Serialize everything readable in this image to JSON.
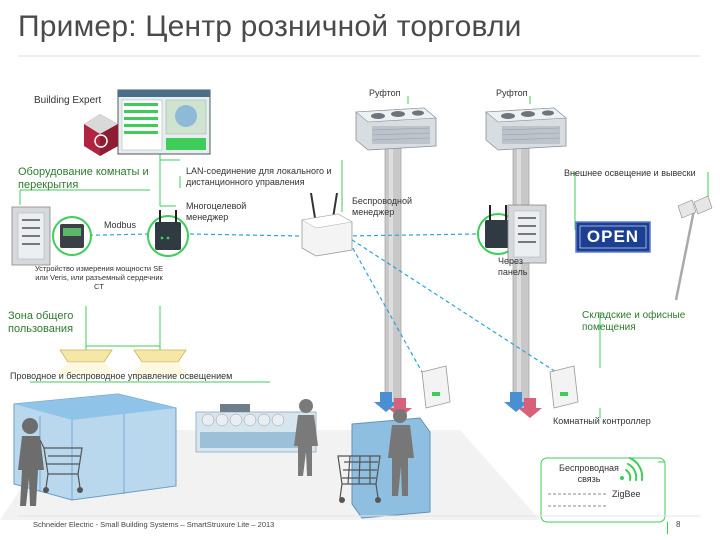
{
  "title": "Пример: Центр розничной торговли",
  "labels": {
    "building_expert": "Building Expert",
    "rooftop_1": "Руфтоп",
    "rooftop_2": "Руфтоп",
    "room_equipment": "Оборудование комнаты и перекрытия",
    "lan": "LAN-соединение для локального и дистанционного управления",
    "multipurpose_manager": "Многоцелевой менеджер",
    "wireless_manager": "Беспроводной менеджер",
    "outdoor_lighting": "Внешнее освещение и вывески",
    "modbus": "Modbus",
    "metering_device": "Устройство измерения мощности SE или Veris, или разъемный сердечник CT",
    "via_panel": "Через панель",
    "public_zone": "Зона общего пользования",
    "storage_office": "Складские и офисные помещения",
    "lighting_control": "Проводное и беспроводное управление освещением",
    "room_controller": "Комнатный контроллер",
    "wireless_link": "Беспроводная связь",
    "zigbee": "ZigBee",
    "open_sign": "OPEN"
  },
  "footer": {
    "note": "Schneider Electric - Small Building Systems – SmartStruxure Lite – 2013",
    "page": "8"
  },
  "colors": {
    "accent_green": "#3dcd58",
    "dashed_blue": "#2aa6d8",
    "duct_gray": "#c8c8c8",
    "arrow_blue": "#4a8fd4",
    "arrow_red": "#d9607a",
    "sign_blue": "#1b3f93"
  }
}
